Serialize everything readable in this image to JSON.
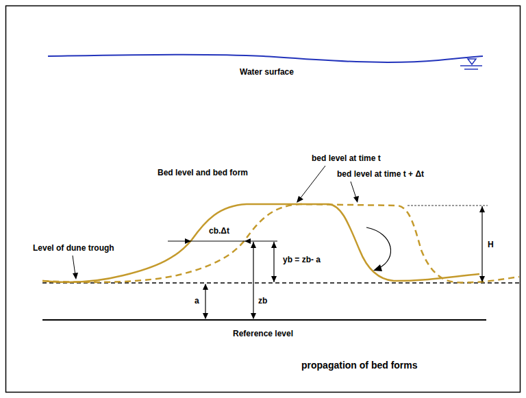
{
  "diagram": {
    "caption": "propagation of bed forms",
    "labels": [
      "Water surface",
      "Bed level and bed form",
      "bed level at time t",
      "bed level at time t + Δt",
      "Level of dune trough",
      "cb.Δt",
      "yb = zb- a",
      "H",
      "a",
      "zb",
      "Reference level"
    ]
  }
}
